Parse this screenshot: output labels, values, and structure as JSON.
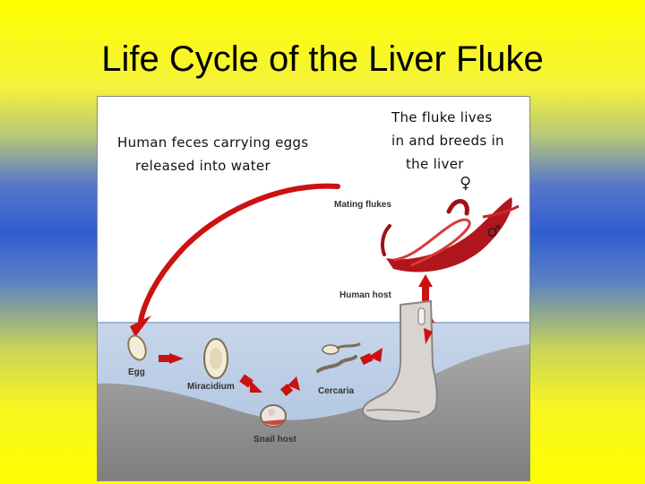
{
  "title": "Life Cycle of the Liver Fluke",
  "notes": {
    "feces": [
      "Human feces carrying eggs",
      "released into water"
    ],
    "liver": [
      "The fluke lives",
      "in and breeds in",
      "the liver"
    ]
  },
  "labels": {
    "mating": "Mating flukes",
    "human_host": "Human host",
    "egg": "Egg",
    "miracidium": "Miracidium",
    "cercaria": "Cercaria",
    "snail_host": "Snail host"
  },
  "symbols": {
    "female": "♀",
    "male": "♂"
  },
  "colors": {
    "arrow": "#cc1111",
    "water": "#b9cde6",
    "ground": "#9a9a9a",
    "fluke": "#b0161c"
  }
}
